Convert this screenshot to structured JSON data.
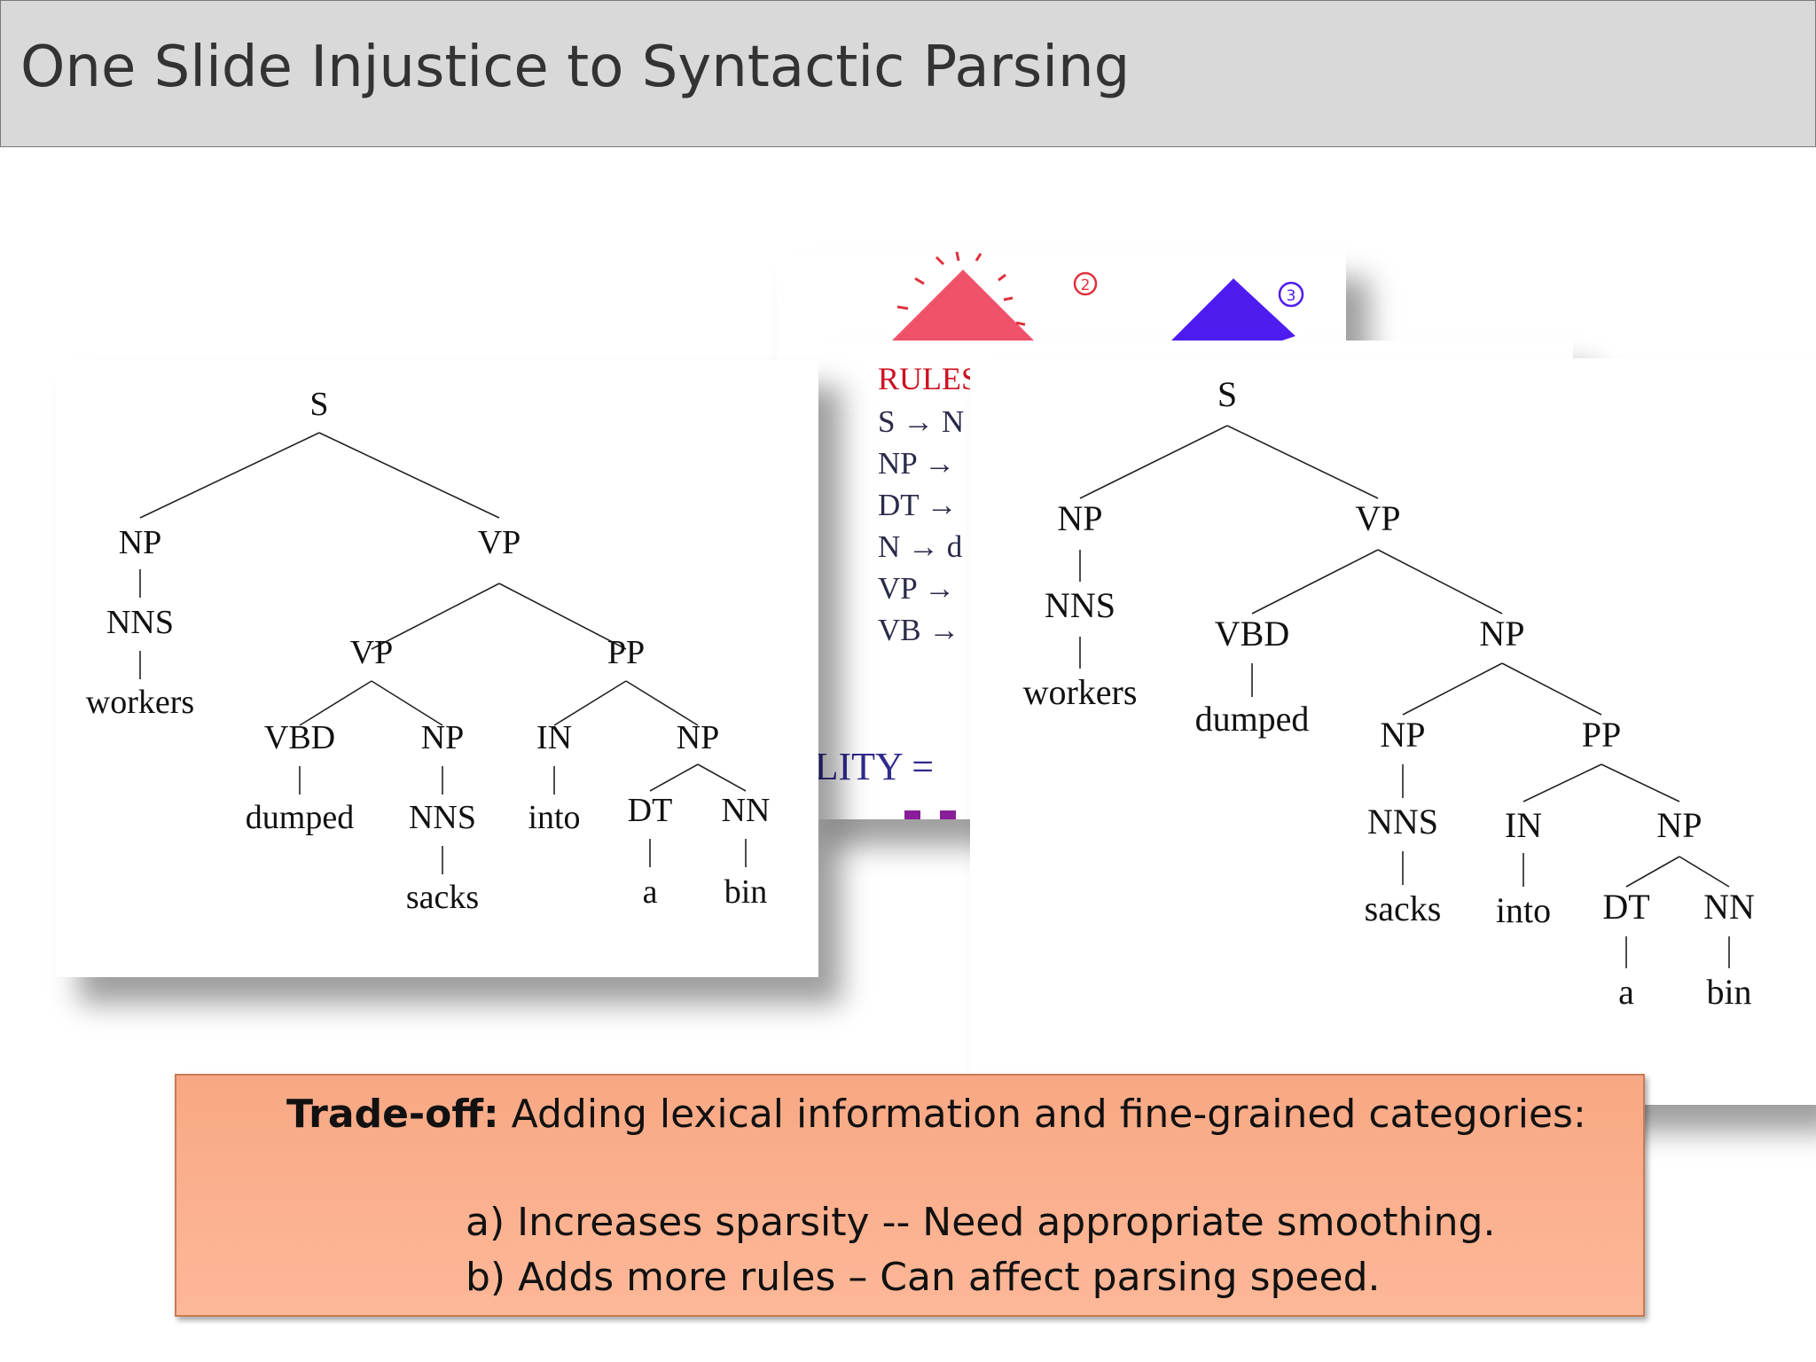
{
  "slide": {
    "title": "One Slide Injustice to Syntactic Parsing"
  },
  "cartoon_card": {
    "badge_2": "2",
    "badge_3": "3"
  },
  "rules_card": {
    "title": "RULES",
    "rules": [
      "S → N",
      "NP →",
      "DT →",
      "N → d",
      "VP →",
      "VB →"
    ],
    "probability_fragment": "ILITY ="
  },
  "left_tree": {
    "nodes": {
      "s": "S",
      "np": "NP",
      "nns": "NNS",
      "workers": "workers",
      "vp": "VP",
      "vp2": "VP",
      "pp": "PP",
      "vbd": "VBD",
      "dumped": "dumped",
      "np2": "NP",
      "nns2": "NNS",
      "sacks": "sacks",
      "in": "IN",
      "into": "into",
      "np3": "NP",
      "dt": "DT",
      "a": "a",
      "nn": "NN",
      "bin": "bin"
    }
  },
  "right_tree": {
    "nodes": {
      "s": "S",
      "np": "NP",
      "nns": "NNS",
      "workers": "workers",
      "vp": "VP",
      "vbd": "VBD",
      "dumped": "dumped",
      "np2": "NP",
      "np3": "NP",
      "nns2": "NNS",
      "sacks": "sacks",
      "pp": "PP",
      "in": "IN",
      "into": "into",
      "np4": "NP",
      "dt": "DT",
      "a": "a",
      "nn": "NN",
      "bin": "bin"
    }
  },
  "tradeoff": {
    "label": "Trade-off:",
    "text": "Adding lexical information and fine-grained categories:",
    "item_a": "a) Increases sparsity -- Need appropriate smoothing.",
    "item_b": "b) Adds more rules – Can affect parsing speed."
  }
}
